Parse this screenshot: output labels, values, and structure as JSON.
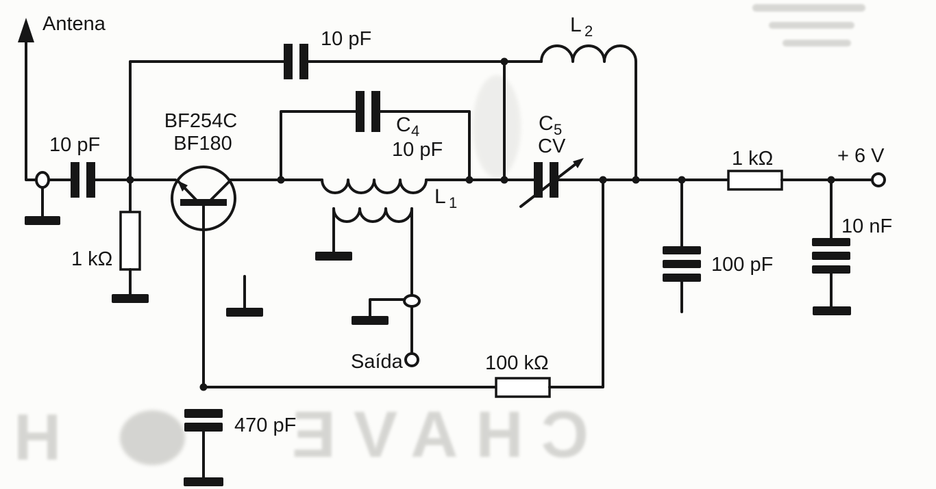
{
  "diagram": {
    "kind": "electronic-schematic",
    "labels": {
      "antenna": "Antena",
      "input_cap_value": "10 pF",
      "emitter_resistor_value": "1 kΩ",
      "transistor_line1": "BF254C",
      "transistor_line2": "BF180",
      "feedback_cap_value": "10 pF",
      "c4": {
        "letter": "C",
        "sub": "4",
        "value": "10 pF"
      },
      "l1": {
        "letter": "L",
        "sub": "1"
      },
      "l2": {
        "letter": "L",
        "sub": "2"
      },
      "c5": {
        "letter": "C",
        "sub": "5",
        "value": "CV"
      },
      "supply_resistor_value": "1 kΩ",
      "supply_voltage": "+ 6 V",
      "bypass_cap_value": "100 pF",
      "supply_cap_value": "10 nF",
      "base_resistor_value": "100 kΩ",
      "base_cap_value": "470 pF",
      "output": "Saída"
    },
    "components": [
      {
        "ref": "input coupling capacitor",
        "value": "10 pF"
      },
      {
        "ref": "emitter resistor",
        "value": "1 kΩ"
      },
      {
        "ref": "transistor",
        "value": "BF254C / BF180"
      },
      {
        "ref": "feedback capacitor",
        "value": "10 pF"
      },
      {
        "ref": "C4 tank capacitor",
        "value": "10 pF"
      },
      {
        "ref": "L1 tank coil with output winding",
        "value": "L1"
      },
      {
        "ref": "L2 coil",
        "value": "L2"
      },
      {
        "ref": "C5 variable capacitor",
        "value": "CV"
      },
      {
        "ref": "supply resistor",
        "value": "1 kΩ"
      },
      {
        "ref": "bypass capacitor",
        "value": "100 pF"
      },
      {
        "ref": "supply decoupling capacitor",
        "value": "10 nF"
      },
      {
        "ref": "bias resistor",
        "value": "100 kΩ"
      },
      {
        "ref": "base capacitor",
        "value": "470 pF"
      },
      {
        "ref": "supply",
        "value": "+ 6 V"
      },
      {
        "ref": "output terminal",
        "value": "Saída"
      }
    ],
    "artifact": {
      "bleed_text_main": "CHAVE",
      "bleed_text_left": "H"
    }
  }
}
